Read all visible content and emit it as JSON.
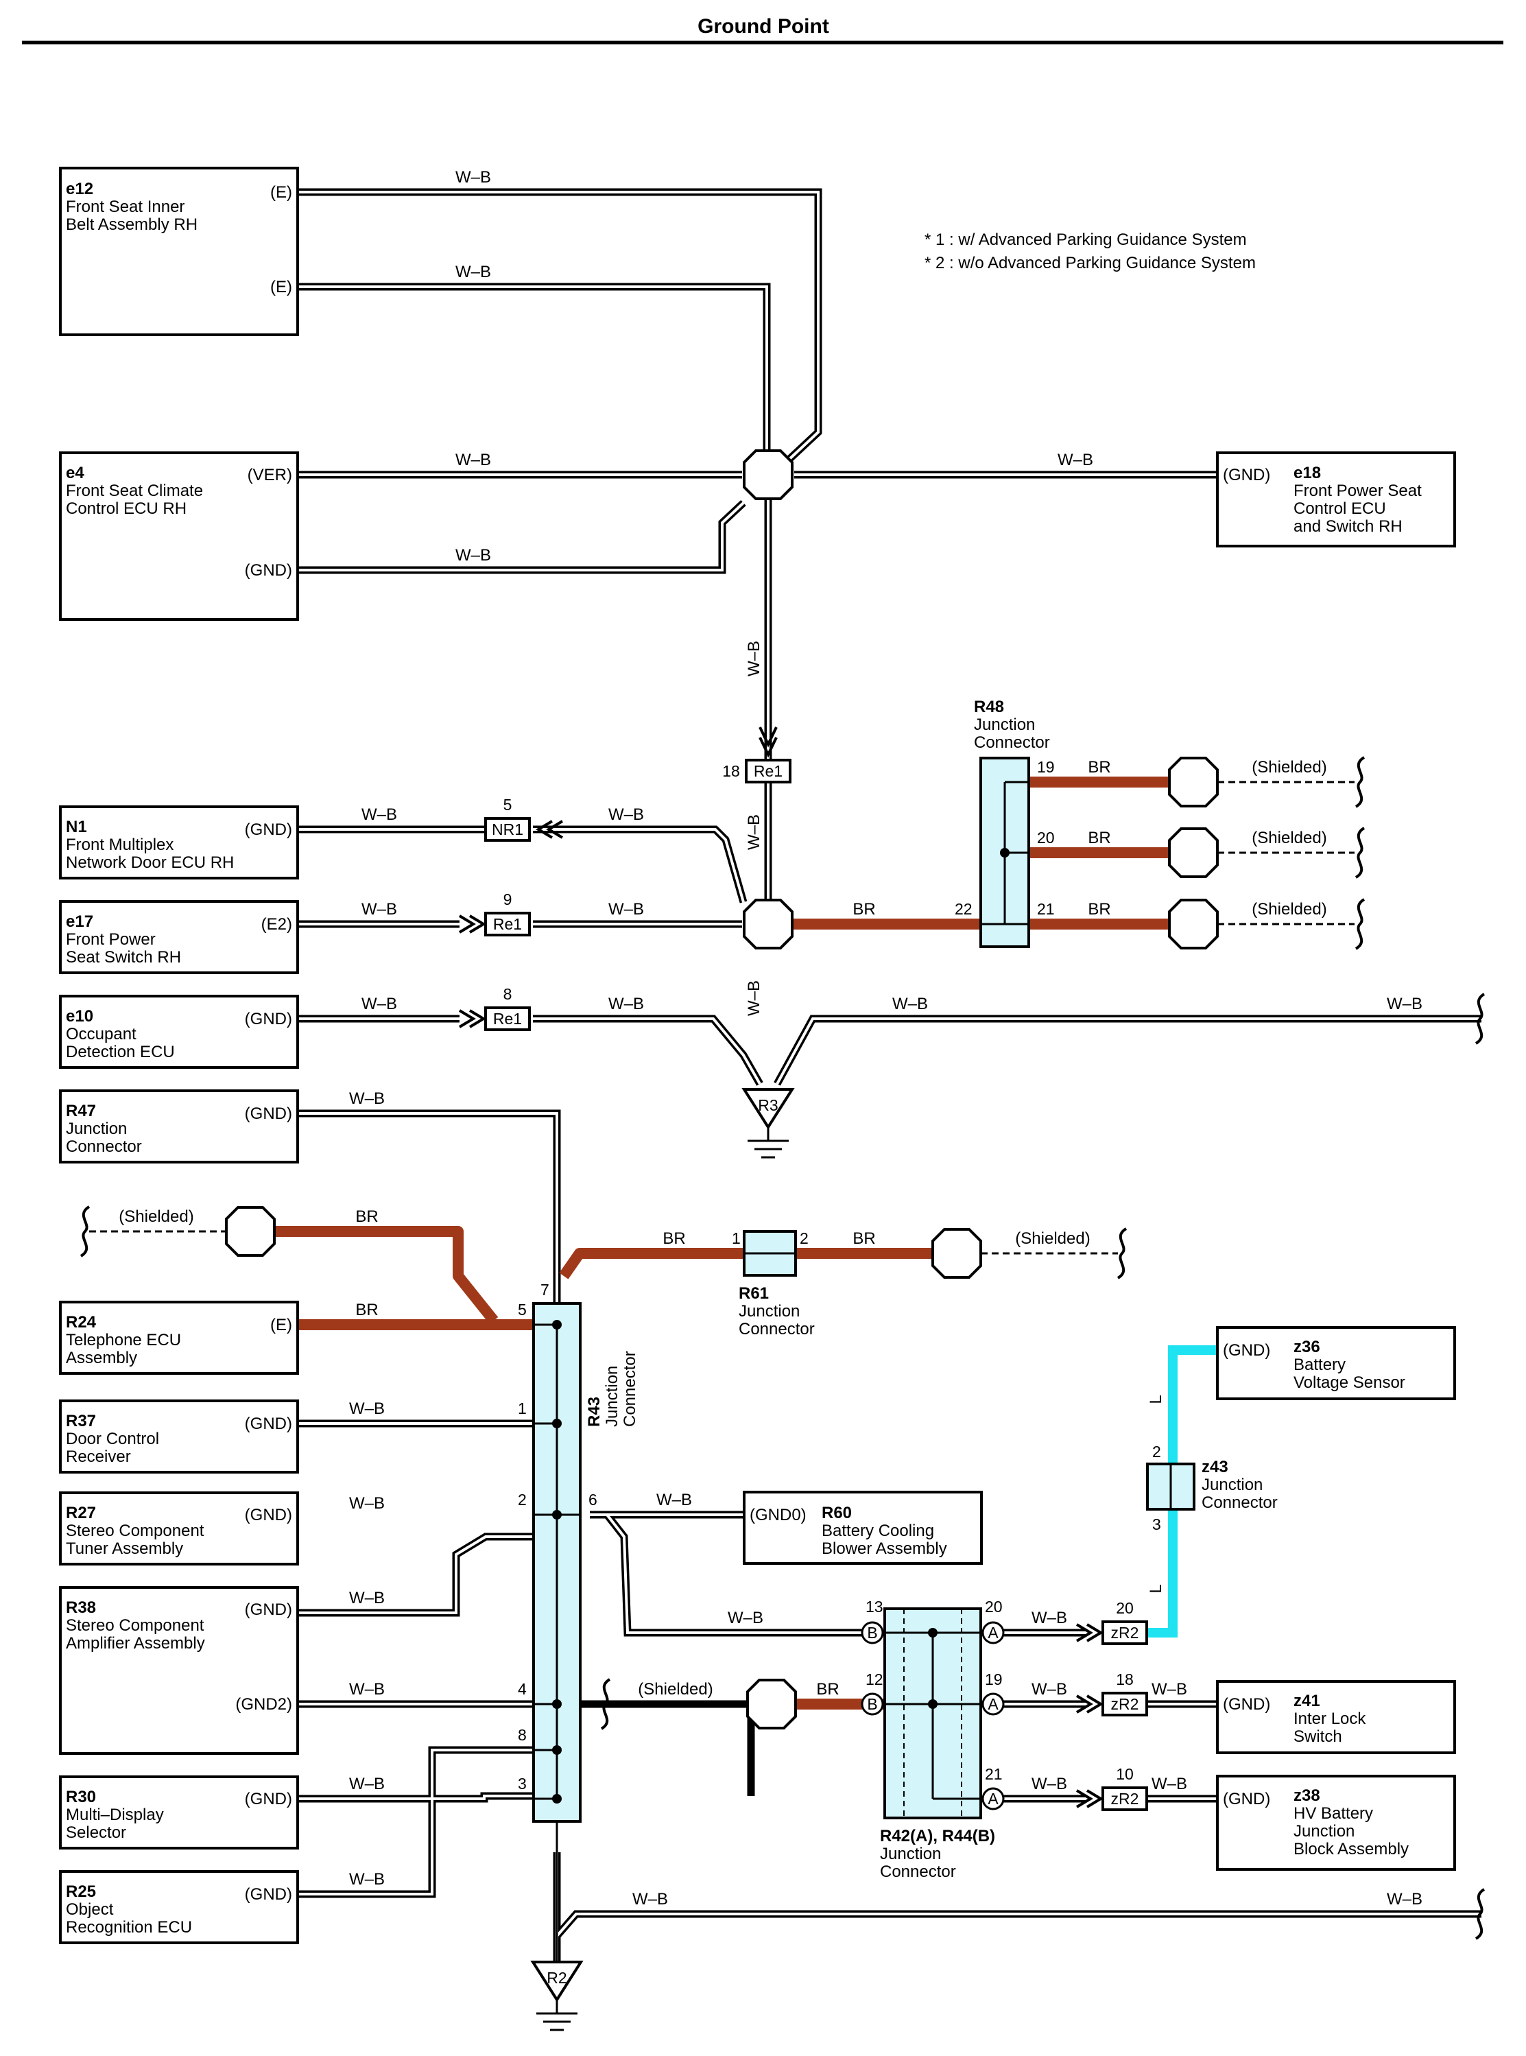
{
  "title": "Ground Point",
  "notes": [
    "* 1 : w/ Advanced Parking Guidance System",
    "* 2 : w/o Advanced Parking Guidance System"
  ],
  "wire_colors": {
    "W-B": "#000000",
    "BR": "#a0391a",
    "L": "#1fe3f0"
  },
  "labels": {
    "wb": "W–B",
    "br": "BR",
    "l": "L",
    "shielded": "(Shielded)"
  },
  "components": {
    "e12": {
      "id": "e12",
      "l1": "Front Seat Inner",
      "l2": "Belt Assembly RH",
      "p1": "(E)",
      "p2": "(E)"
    },
    "e4": {
      "id": "e4",
      "l1": "Front Seat Climate",
      "l2": "Control ECU RH",
      "p1": "(VER)",
      "p2": "(GND)"
    },
    "e18": {
      "id": "e18",
      "l1": "Front Power Seat",
      "l2": "Control ECU",
      "l3": "and Switch RH",
      "p1": "(GND)"
    },
    "n1": {
      "id": "N1",
      "l1": "Front Multiplex",
      "l2": "Network Door ECU RH",
      "p1": "(GND)"
    },
    "e17": {
      "id": "e17",
      "l1": "Front Power",
      "l2": "Seat Switch RH",
      "p1": "(E2)"
    },
    "e10": {
      "id": "e10",
      "l1": "Occupant",
      "l2": "Detection ECU",
      "p1": "(GND)"
    },
    "r47": {
      "id": "R47",
      "l1": "Junction",
      "l2": "Connector",
      "p1": "(GND)"
    },
    "r24": {
      "id": "R24",
      "l1": "Telephone ECU",
      "l2": "Assembly",
      "p1": "(E)"
    },
    "r37": {
      "id": "R37",
      "l1": "Door Control",
      "l2": "Receiver",
      "p1": "(GND)"
    },
    "r27": {
      "id": "R27",
      "l1": "Stereo Component",
      "l2": "Tuner Assembly",
      "p1": "(GND)"
    },
    "r38": {
      "id": "R38",
      "l1": "Stereo Component",
      "l2": "Amplifier Assembly",
      "p1": "(GND)",
      "p2": "(GND2)"
    },
    "r30": {
      "id": "R30",
      "l1": "Multi–Display",
      "l2": "Selector",
      "p1": "(GND)"
    },
    "r25": {
      "id": "R25",
      "l1": "Object",
      "l2": "Recognition ECU",
      "p1": "(GND)"
    },
    "r60": {
      "id": "R60",
      "l1": "Battery Cooling",
      "l2": "Blower Assembly",
      "p1": "(GND0)"
    },
    "z36": {
      "id": "z36",
      "l1": "Battery",
      "l2": "Voltage Sensor",
      "p1": "(GND)"
    },
    "z41": {
      "id": "z41",
      "l1": "Inter Lock",
      "l2": "Switch",
      "p1": "(GND)"
    },
    "z38": {
      "id": "z38",
      "l1": "HV Battery",
      "l2": "Junction",
      "l3": "Block Assembly",
      "p1": "(GND)"
    }
  },
  "connectors": {
    "r48": {
      "id": "R48",
      "l1": "Junction",
      "l2": "Connector",
      "pins": [
        "19",
        "20",
        "21",
        "22"
      ]
    },
    "r61": {
      "id": "R61",
      "l1": "Junction",
      "l2": "Connector",
      "pins": [
        "1",
        "2"
      ]
    },
    "r43": {
      "id": "R43",
      "l1": "Junction",
      "l2": "Connector",
      "pins": [
        "7",
        "5",
        "1",
        "2",
        "6",
        "4",
        "8",
        "3"
      ]
    },
    "r42": {
      "id": "R42(A), R44(B)",
      "l1": "Junction",
      "l2": "Connector",
      "pins": [
        "13",
        "12",
        "20",
        "19",
        "21"
      ],
      "letters": [
        "A",
        "B"
      ]
    },
    "z43": {
      "id": "z43",
      "l1": "Junction",
      "l2": "Connector",
      "pins": [
        "2",
        "3"
      ]
    }
  },
  "inline": {
    "re1": {
      "tag": "Re1",
      "pins": [
        "18",
        "9",
        "8"
      ]
    },
    "nr1": {
      "tag": "NR1",
      "pin": "5"
    },
    "zr2": {
      "tag": "zR2",
      "pins": [
        "20",
        "18",
        "10"
      ]
    }
  },
  "grounds": [
    "R3",
    "R2"
  ]
}
